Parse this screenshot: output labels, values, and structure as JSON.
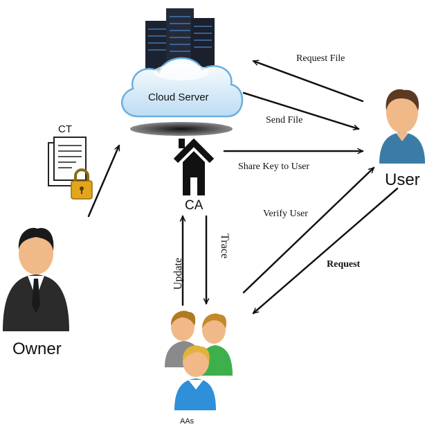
{
  "nodes": {
    "cloud_server": {
      "label": "Cloud Server",
      "icon": "server-cloud-icon"
    },
    "ciphertext": {
      "label": "CT",
      "icon": "encrypted-document-icon"
    },
    "owner": {
      "label": "Owner",
      "icon": "businessman-icon"
    },
    "ca": {
      "label": "CA",
      "icon": "house-icon"
    },
    "user": {
      "label": "User",
      "icon": "user-icon"
    },
    "aas": {
      "label": "AAs",
      "icon": "user-group-icon"
    }
  },
  "edges": {
    "request_file": "Request File",
    "send_file": "Send File",
    "share_key": "Share Key to User",
    "verify_user": "Verify User",
    "request": "Request",
    "update": "Update",
    "trace": "Trace"
  },
  "colors": {
    "line": "#111111",
    "cloud": "#dcecf8",
    "cloud_edge": "#6aaee0",
    "server": "#1c2330",
    "server_light": "#4a7fc0",
    "skin": "#f1b987",
    "hair": "#2a1a10",
    "suit": "#2b2b2b",
    "user_shirt": "#3a7ca5",
    "aa_green": "#3db04b",
    "aa_blue": "#2f8fd8",
    "aa_grey": "#8a8a8a",
    "lock_gold": "#e3a51c"
  }
}
